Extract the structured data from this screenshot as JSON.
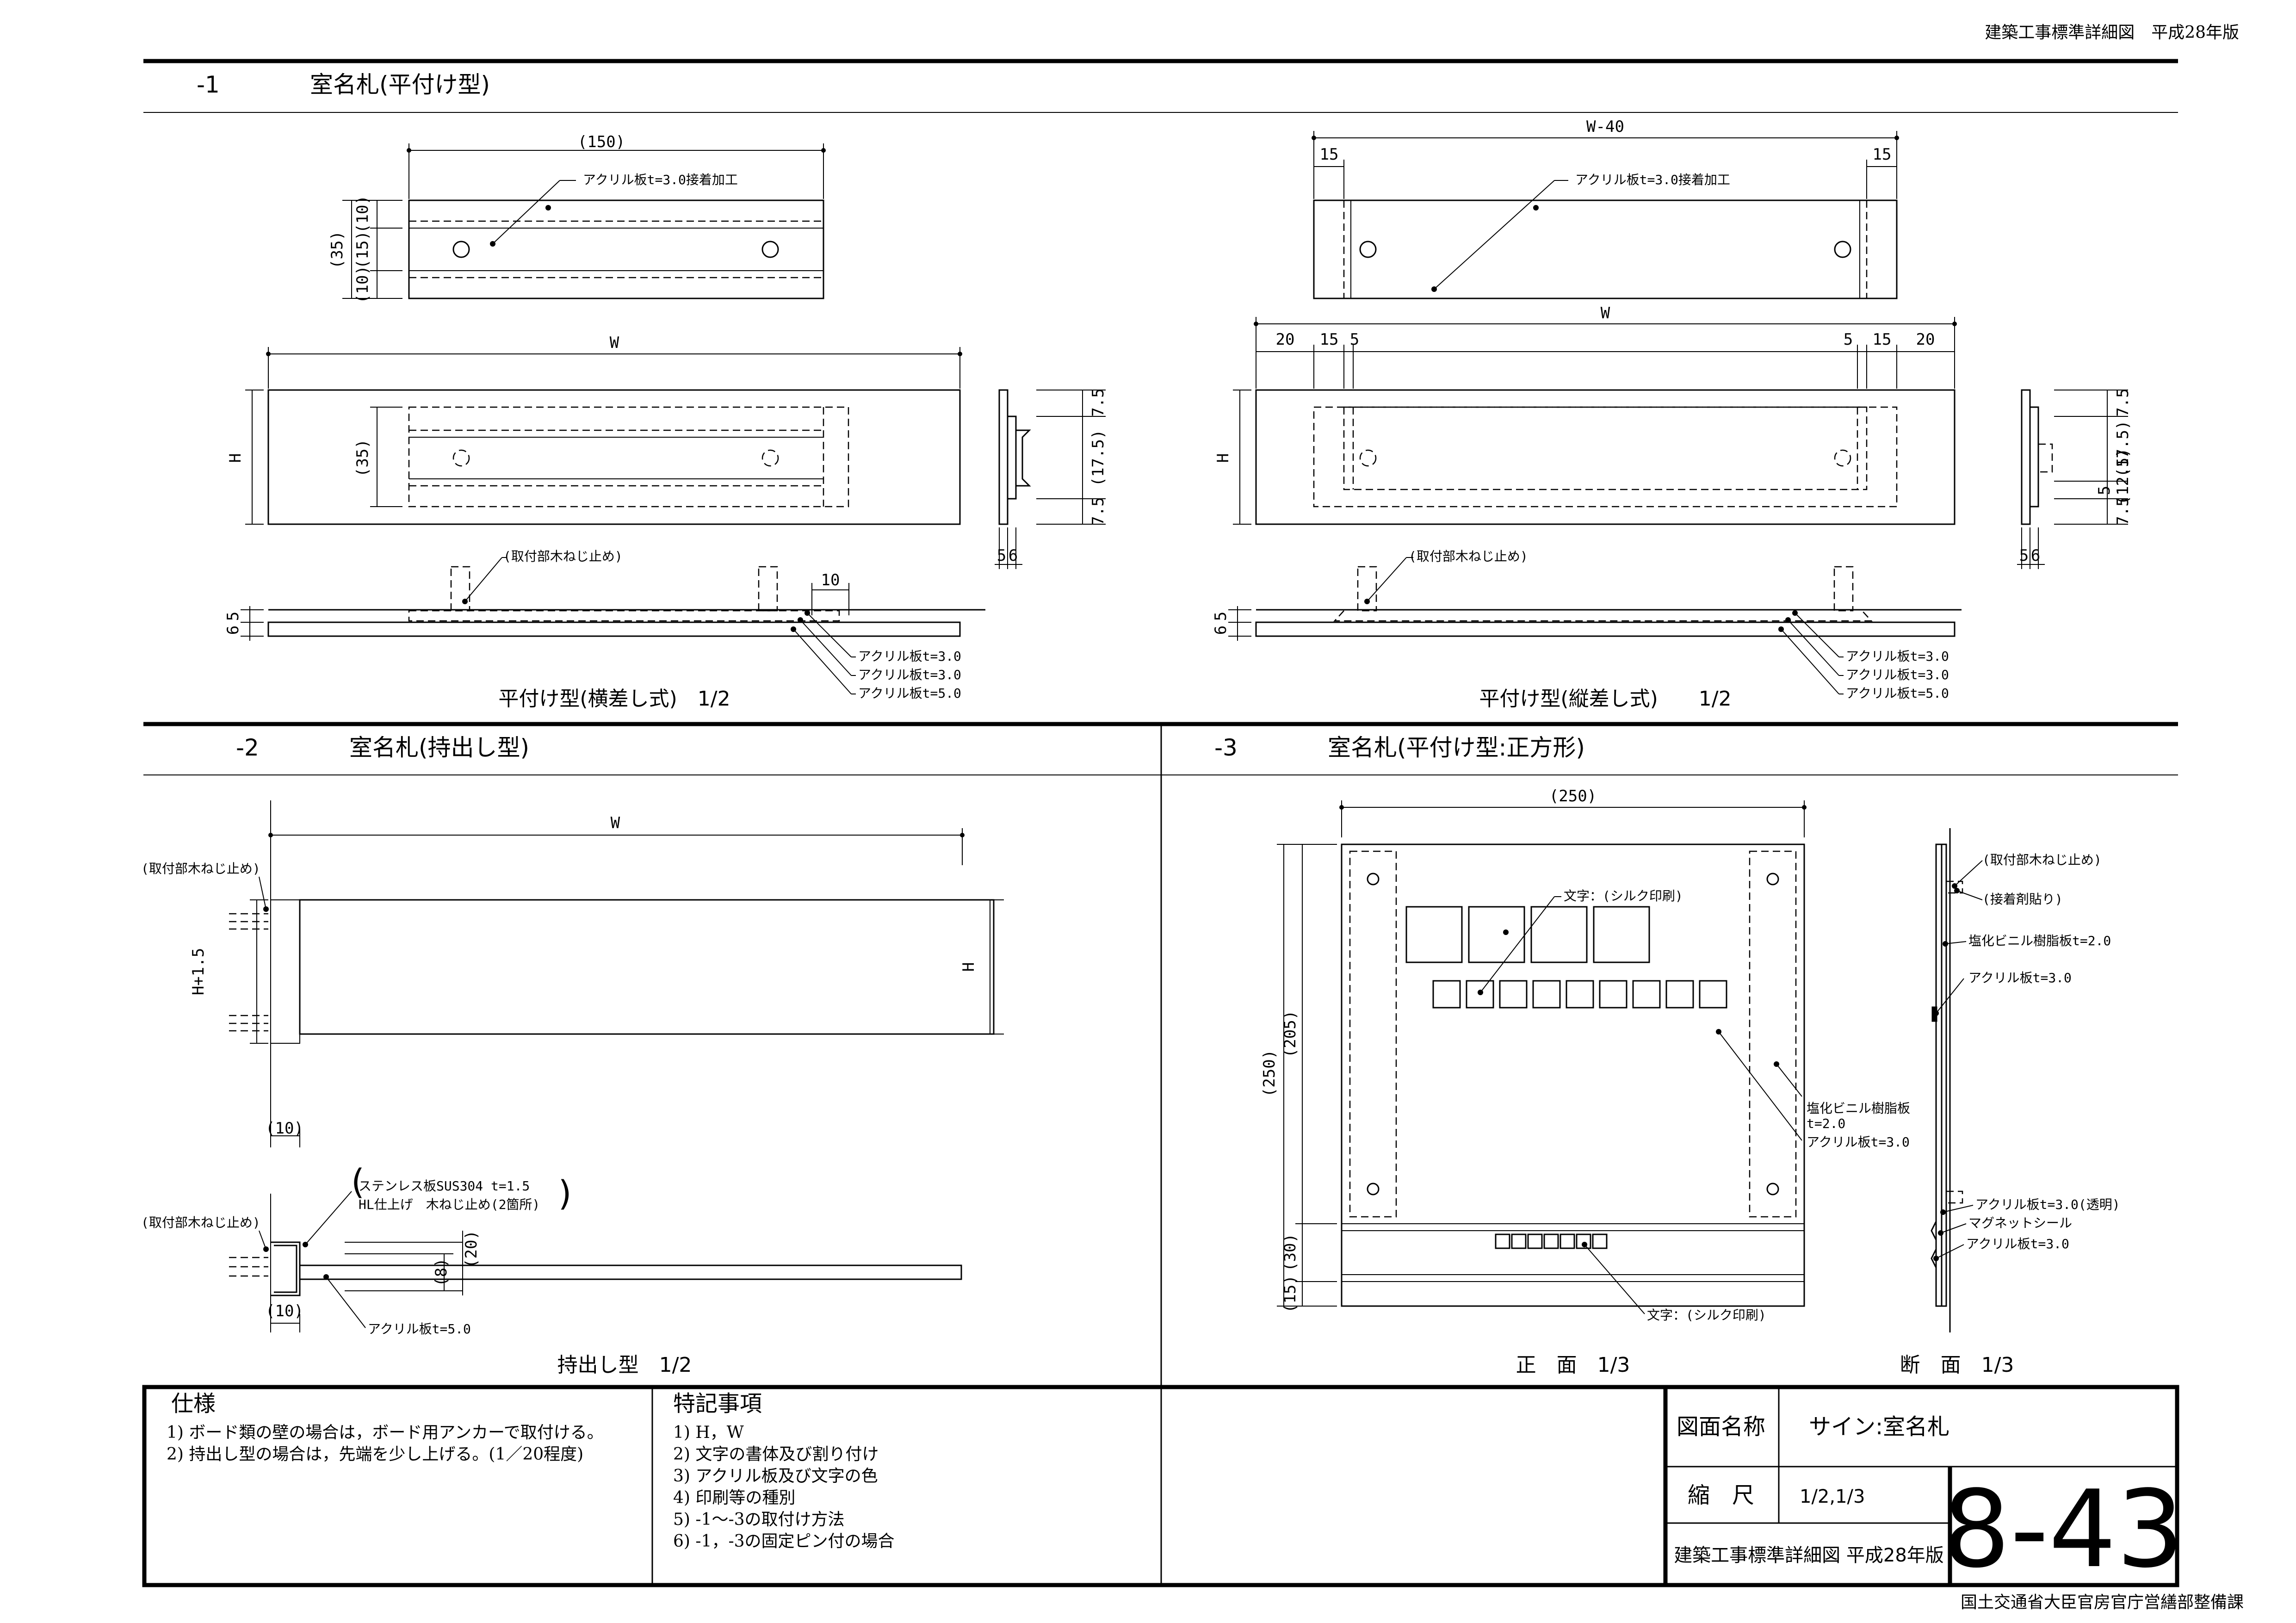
{
  "header": {
    "title": "建築工事標準詳細図　平成28年版"
  },
  "footer": {
    "org": "国土交通省大臣官房官庁営繕部整備課"
  },
  "sections": {
    "s1": {
      "num": "-1",
      "title": "室名札(平付け型)"
    },
    "s2": {
      "num": "-2",
      "title": "室名札(持出し型)"
    },
    "s3": {
      "num": "-3",
      "title": "室名札(平付け型:正方形)"
    }
  },
  "dims": {
    "d150": "(150)",
    "d35": "(35)",
    "d10": "(10)",
    "d15": "(15)",
    "W": "W",
    "H": "H",
    "W40": "W-40",
    "d15b": "15",
    "d20": "20",
    "d5": "5",
    "d7_5": "7.5",
    "d17_5": "(17.5)",
    "d12_5": "(12.5)",
    "d6": "6",
    "d10b": "10",
    "Hp15": "H+1.5",
    "d8": "(8)",
    "d20b": "(20)",
    "d250": "(250)",
    "d205": "(205)",
    "d30": "(30)"
  },
  "labels": {
    "acryl_glue": "アクリル板t=3.0接着加工",
    "screw": "(取付部木ねじ止め)",
    "acryl30": "アクリル板t=3.0",
    "acryl50": "アクリル板t=5.0",
    "stainless1": "ステンレス板SUS304 t=1.5",
    "stainless2": "HL仕上げ　木ねじ止め(2箇所)",
    "silk": "文字：(シルク印刷)",
    "pvc": "塩化ビニル樹脂板",
    "pvc_t": "t=2.0",
    "glue": "(接着剤貼り)",
    "pvc20": "塩化ビニル樹脂板t=2.0",
    "acryl_clear": "アクリル板t=3.0(透明)",
    "magnet": "マグネットシール"
  },
  "captions": {
    "c1a": "平付け型(横差し式)　1/2",
    "c1b": "平付け型(縦差し式)　　1/2",
    "c2": "持出し型　1/2",
    "c3a": "正　面　1/3",
    "c3b": "断　面　1/3"
  },
  "spec": {
    "heading": "仕様",
    "items": [
      "1) ボード類の壁の場合は，ボード用アンカーで取付ける。",
      "2) 持出し型の場合は，先端を少し上げる。(1／20程度)"
    ]
  },
  "notes": {
    "heading": "特記事項",
    "items": [
      "1) H，W",
      "2) 文字の書体及び割り付け",
      "3) アクリル板及び文字の色",
      "4) 印刷等の種別",
      "5) -1～-3の取付け方法",
      "6) -1，-3の固定ピン付の場合"
    ]
  },
  "titleblock": {
    "name_label": "図面名称",
    "name_value": "サイン:室名札",
    "scale_label": "縮　尺",
    "scale_value": "1/2,1/3",
    "std": "建築工事標準詳細図 平成28年版",
    "number": "8-43"
  }
}
